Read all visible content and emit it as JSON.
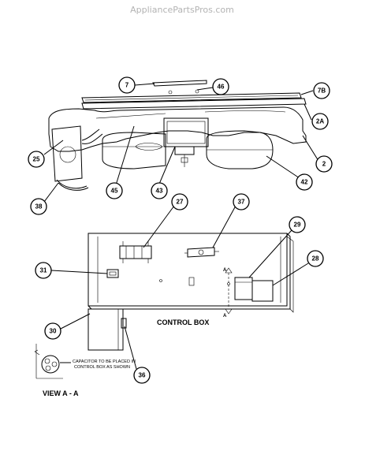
{
  "watermark": "AppliancePartsPros.com",
  "labels": {
    "control_box": "CONTROL BOX",
    "view": "VIEW A - A",
    "capacitor_note_line1": "CAPACITOR TO BE PLACED IN",
    "capacitor_note_line2": "CONTROL BOX AS SHOWN",
    "section_a_top": "A",
    "section_a_bottom": "A"
  },
  "callouts": {
    "c7": "7",
    "c46": "46",
    "c7b": "7B",
    "c2a": "2A",
    "c25": "25",
    "c2": "2",
    "c42": "42",
    "c45": "45",
    "c43": "43",
    "c38": "38",
    "c27": "27",
    "c37": "37",
    "c29": "29",
    "c28": "28",
    "c31": "31",
    "c30": "30",
    "c36": "36"
  }
}
